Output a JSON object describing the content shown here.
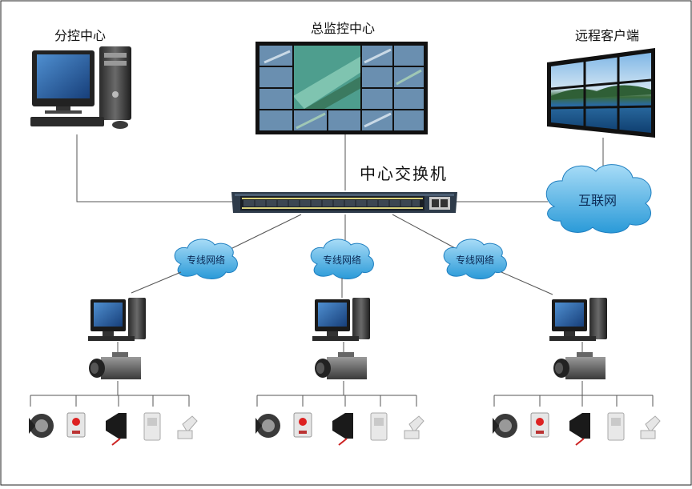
{
  "labels": {
    "branch_center": "分控中心",
    "main_center": "总监控中心",
    "remote_client": "远程客户端",
    "core_switch": "中心交换机",
    "internet": "互联网",
    "private_net_1": "专线网络",
    "private_net_2": "专线网络",
    "private_net_3": "专线网络"
  },
  "colors": {
    "line": "#555555",
    "cloud_fill": "#6ec3ee",
    "cloud_dark": "#1f8fd0",
    "switch_body": "#3a4a5c",
    "monitor_dark": "#1a1a1a",
    "screen_blue": "#2d6fb7"
  },
  "icons": {
    "pc": "desktop-computer-icon",
    "camera": "cctv-camera-icon",
    "siren": "loudspeaker-icon",
    "panic_button": "emergency-button-icon",
    "horn": "alarm-horn-icon",
    "pir": "motion-detector-icon",
    "door_sensor": "door-contact-icon"
  }
}
